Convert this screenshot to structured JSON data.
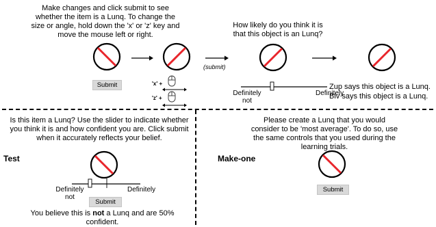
{
  "instructions_top": "Make changes and click submit to see whether the item is a Lunq. To change the size or angle, hold down the 'x' or 'z' key and move the mouse left or right.",
  "question_top": "How likely do you think it is that this object is an Lunq?",
  "submit_label": "Submit",
  "x_key_label": "'x' +",
  "z_key_label": "'z' +",
  "submit_step_label": "(submit)",
  "slider_left_label": "Definitely not",
  "slider_right_label": "Definitely",
  "feedback_line1": "Zup says this object is a Lunq.",
  "feedback_line2": "Biv says this object is a Lunq.",
  "test_title": "Test",
  "test_instructions": "Is this item a Lunq? Use the slider to indicate whether you think it is and how confident you are. Click submit when it accurately reflects your belief.",
  "belief_prefix": "You believe this is ",
  "belief_bold": "not",
  "belief_suffix": " a Lunq and are 50% confident.",
  "make_title": "Make-one",
  "make_instructions": "Please create a Lunq that you would consider to be 'most average'. To do so, use the same controls that you used during the learning trials.",
  "colors": {
    "stimulus_line": "#e8252b",
    "button_bg": "#d9d9d9"
  },
  "icons": [
    "lunq-stimulus-icon",
    "mouse-icon",
    "arrow-right-icon",
    "double-arrow-icon",
    "slider-handle-icon"
  ]
}
